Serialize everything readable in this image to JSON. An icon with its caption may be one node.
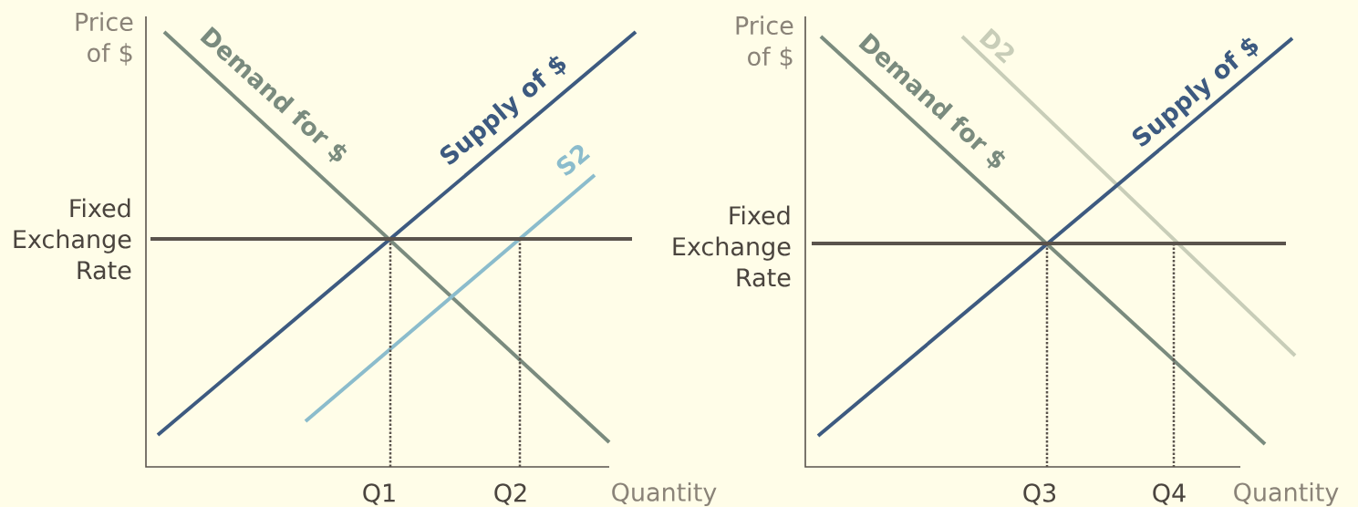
{
  "diagram": {
    "labels": [
      "Price of $",
      "Demand for $",
      "Supply of $",
      "S2",
      "Fixed Exchange Rate",
      "Q1",
      "Q2",
      "Quantity",
      "Price of $",
      "Demand for $",
      "D2",
      "Supply of $",
      "Fixed Exchange Rate",
      "Q3",
      "Q4",
      "Quantity"
    ]
  }
}
